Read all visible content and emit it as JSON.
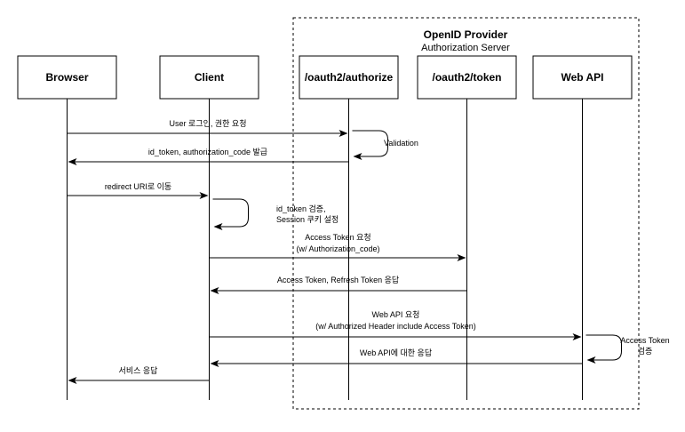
{
  "group": {
    "title": "OpenID Provider",
    "subtitle": "Authorization Server"
  },
  "participants": [
    {
      "id": "browser",
      "label": "Browser"
    },
    {
      "id": "client",
      "label": "Client"
    },
    {
      "id": "authorize",
      "label": "/oauth2/authorize"
    },
    {
      "id": "token",
      "label": "/oauth2/token"
    },
    {
      "id": "webapi",
      "label": "Web API"
    }
  ],
  "messages": [
    {
      "from": "browser",
      "to": "authorize",
      "lines": [
        "User 로그인, 권한 요청"
      ]
    },
    {
      "from": "authorize",
      "to": "authorize",
      "self": true,
      "lines": [
        "Validation"
      ]
    },
    {
      "from": "authorize",
      "to": "browser",
      "lines": [
        "id_token, authorization_code 발급"
      ]
    },
    {
      "from": "browser",
      "to": "client",
      "lines": [
        "redirect URI로 이동"
      ]
    },
    {
      "from": "client",
      "to": "client",
      "self": true,
      "lines": [
        "id_token 검증,",
        "Session 쿠키 설정"
      ]
    },
    {
      "from": "client",
      "to": "token",
      "lines": [
        "Access Token 요청",
        "(w/ Authorization_code)"
      ]
    },
    {
      "from": "token",
      "to": "client",
      "lines": [
        "Access Token, Refresh Token 응답"
      ]
    },
    {
      "from": "client",
      "to": "webapi",
      "lines": [
        "Web API 요청",
        "(w/ Authorized Header include Access Token)"
      ]
    },
    {
      "from": "webapi",
      "to": "webapi",
      "self": true,
      "lines": [
        "Access Token",
        "검증"
      ]
    },
    {
      "from": "webapi",
      "to": "client",
      "lines": [
        "Web API에 대한 응답"
      ]
    },
    {
      "from": "client",
      "to": "browser",
      "lines": [
        "서비스 응답"
      ]
    }
  ]
}
